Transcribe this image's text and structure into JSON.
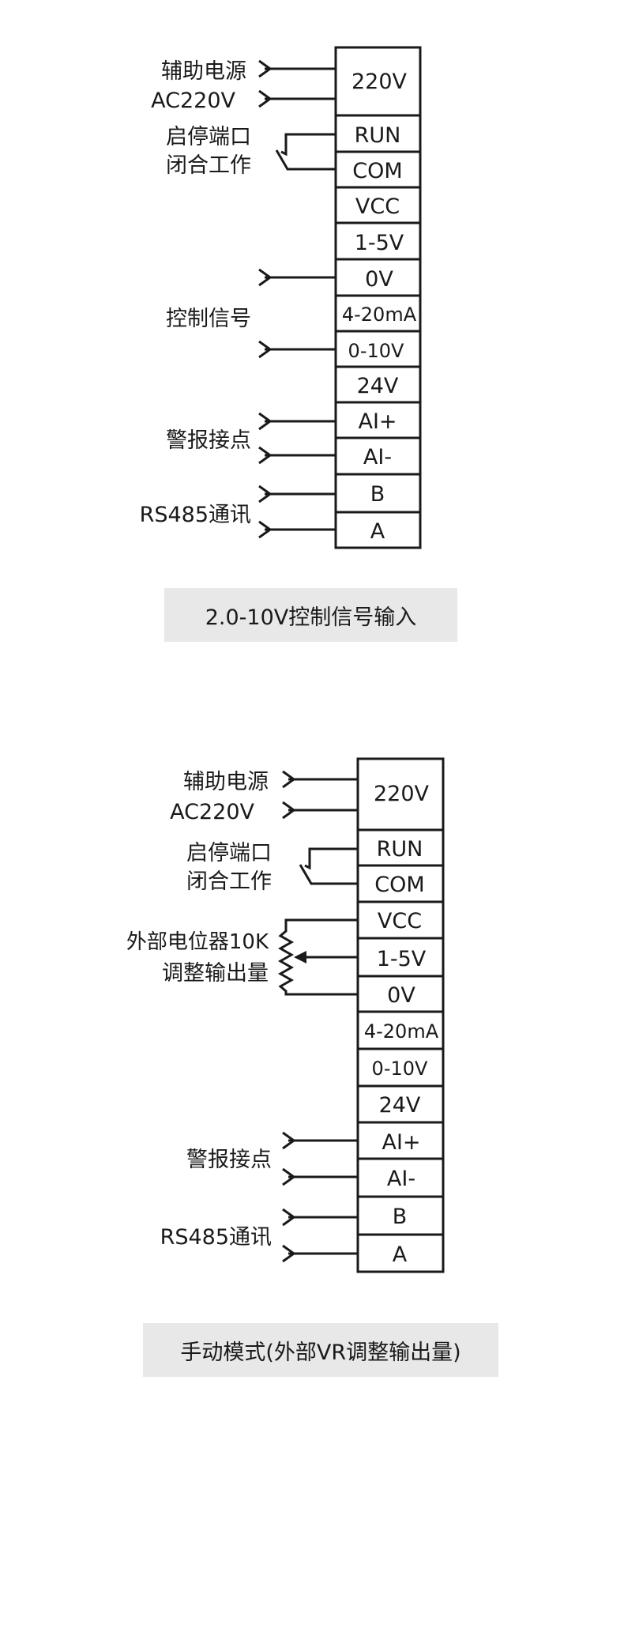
{
  "diagram1": {
    "terminals": [
      "220V",
      "RUN",
      "COM",
      "VCC",
      "1-5V",
      "0V",
      "4-20mA",
      "0-10V",
      "24V",
      "AI+",
      "AI-",
      "B",
      "A"
    ],
    "labels": {
      "aux_power_line1": "辅助电源",
      "aux_power_line2": "AC220V",
      "start_stop_line1": "启停端口",
      "start_stop_line2": "闭合工作",
      "control_signal": "控制信号",
      "alarm_contact": "警报接点",
      "rs485": "RS485通讯"
    },
    "caption": "2.0-10V控制信号输入"
  },
  "diagram2": {
    "terminals": [
      "220V",
      "RUN",
      "COM",
      "VCC",
      "1-5V",
      "0V",
      "4-20mA",
      "0-10V",
      "24V",
      "AI+",
      "AI-",
      "B",
      "A"
    ],
    "labels": {
      "aux_power_line1": "辅助电源",
      "aux_power_line2": "AC220V",
      "start_stop_line1": "启停端口",
      "start_stop_line2": "闭合工作",
      "potentiometer_line1": "外部电位器10K",
      "potentiometer_line2": "调整输出量",
      "alarm_contact": "警报接点",
      "rs485": "RS485通讯"
    },
    "caption": "手动模式(外部VR调整输出量)"
  },
  "colors": {
    "line": "#1a1a1a",
    "caption_bg": "#e8e8e8",
    "background": "#ffffff"
  }
}
